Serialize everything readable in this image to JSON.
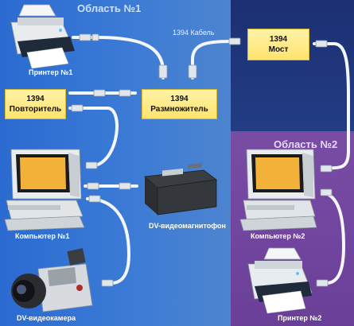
{
  "areas": {
    "area1": "Область №1",
    "area2": "Область №2"
  },
  "boxes": {
    "repeater": [
      "1394",
      "Повторитель"
    ],
    "multiplier": [
      "1394",
      "Размножитель"
    ],
    "bridge": [
      "1394",
      "Мост"
    ]
  },
  "labels": {
    "printer1": "Принтер №1",
    "cable": "1394 Кабель",
    "pc1": "Компьютер №1",
    "dv_recorder": "DV-видеомагнитофон",
    "dv_camera": "DV-видеокамера",
    "pc2": "Компьютер №2",
    "printer2": "Принтер №2"
  },
  "colors": {
    "area1_bg": "#3b7bd6",
    "area_bridge_bg": "#223d84",
    "area2_bg": "#6a3f97",
    "box_fill": "#ffe36e",
    "cable": "#e8eef4"
  }
}
